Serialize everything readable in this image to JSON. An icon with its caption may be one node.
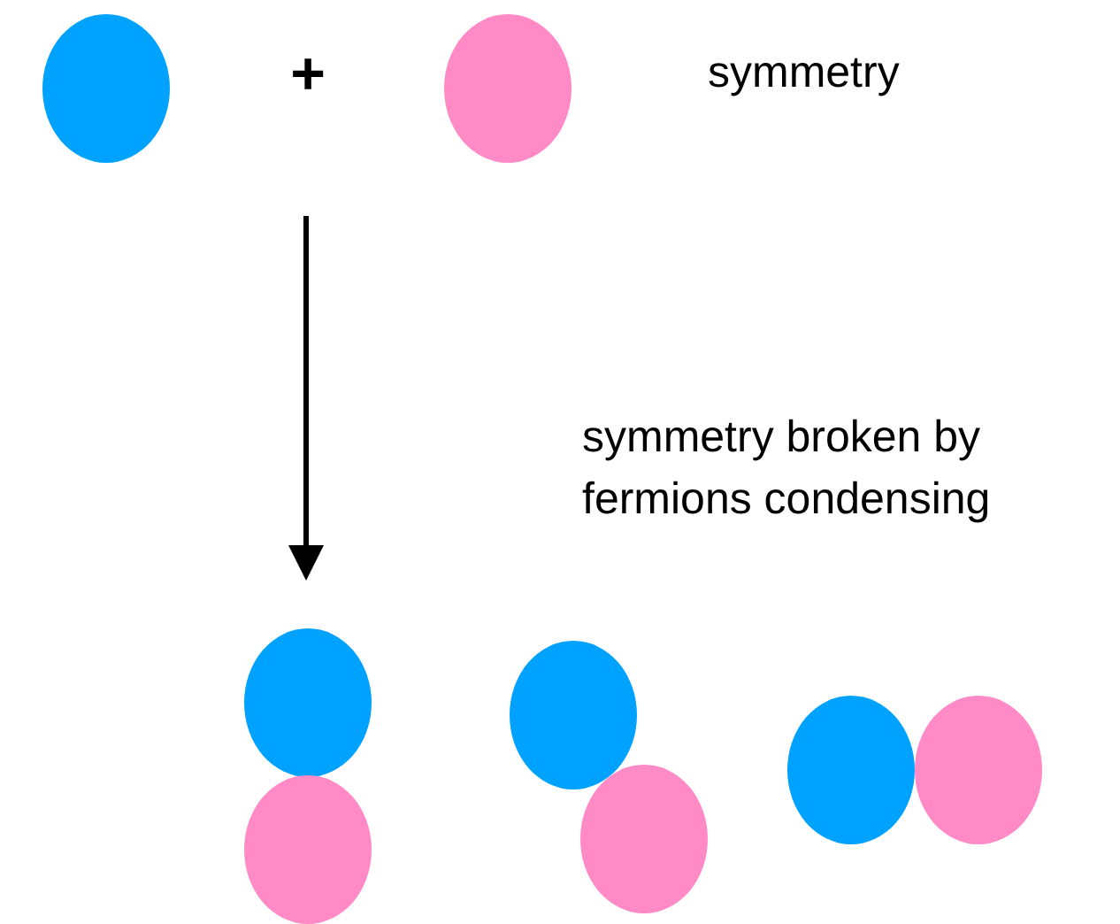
{
  "diagram": {
    "nodes": [
      {
        "text": [],
        "shape": "circle"
      },
      {
        "text": [],
        "shape": "circle"
      },
      {
        "text": [],
        "shape": "circle"
      },
      {
        "text": [],
        "shape": "circle"
      },
      {
        "text": [],
        "shape": "circle"
      },
      {
        "text": [],
        "shape": "circle"
      },
      {
        "text": [],
        "shape": "circle"
      },
      {
        "text": [],
        "shape": "circle"
      }
    ],
    "edges": [],
    "labels": [
      "+",
      "symmetry",
      "symmetry broken by fermions condensing"
    ]
  }
}
